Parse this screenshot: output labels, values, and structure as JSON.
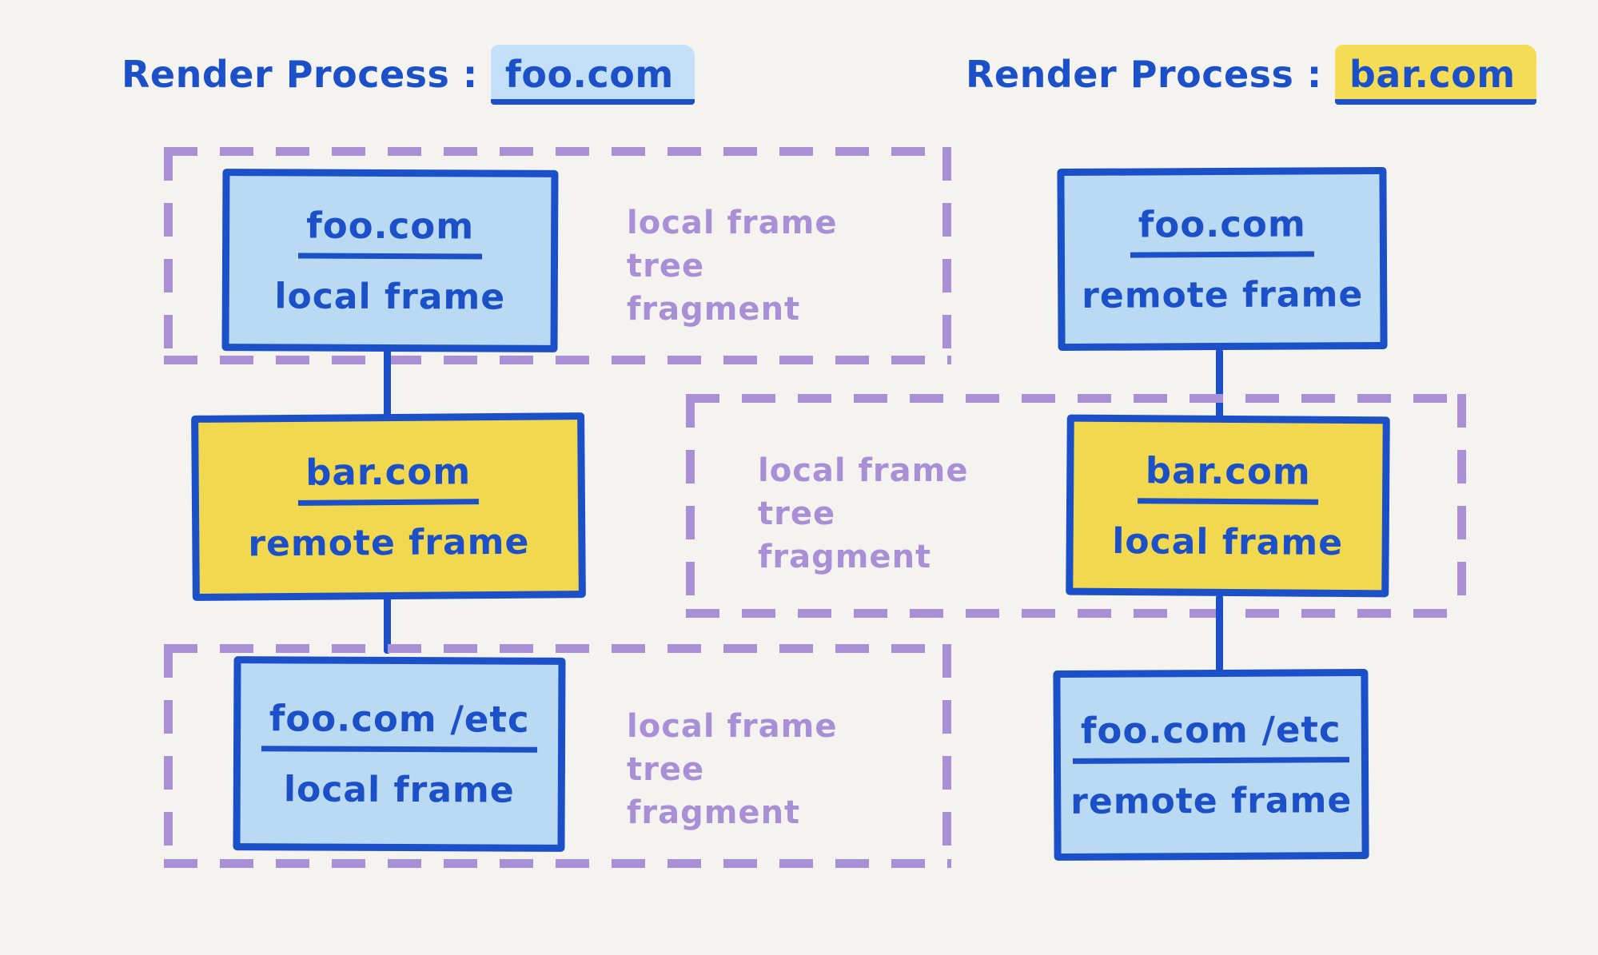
{
  "palette": {
    "background": "#f4f3f0",
    "ink_blue": "#1c50c8",
    "frame_blue_fill": "#b9daf2",
    "frame_yellow_fill": "#f2d84e",
    "fragment_purple": "#a98fd6",
    "title_highlight_blue": "#c3e0f8",
    "title_highlight_yellow": "#f5dc55"
  },
  "left_process": {
    "title_prefix": "Render Process :",
    "title_domain": "foo.com",
    "nodes": {
      "root": {
        "domain": "foo.com",
        "kind": "local frame"
      },
      "middle": {
        "domain": "bar.com",
        "kind": "remote frame"
      },
      "leaf": {
        "domain": "foo.com /etc",
        "kind": "local frame"
      }
    },
    "fragments": {
      "root": {
        "label": "local frame tree fragment"
      },
      "leaf": {
        "label": "local frame tree fragment"
      }
    }
  },
  "right_process": {
    "title_prefix": "Render Process :",
    "title_domain": "bar.com",
    "nodes": {
      "root": {
        "domain": "foo.com",
        "kind": "remote frame"
      },
      "middle": {
        "domain": "bar.com",
        "kind": "local frame"
      },
      "leaf": {
        "domain": "foo.com /etc",
        "kind": "remote frame"
      }
    },
    "fragments": {
      "middle": {
        "label": "local frame tree fragment"
      }
    }
  }
}
